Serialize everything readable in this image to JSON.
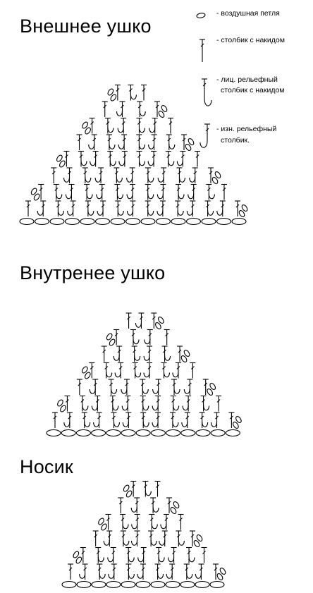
{
  "titles": {
    "outer": "Внешнее ушко",
    "inner": "Внутренее ушко",
    "nose": "Носик"
  },
  "legend": {
    "chain": "- воздушная петля",
    "dc": "- столбик с накидом",
    "fpdc_line1": "- лиц. рельефный",
    "fpdc_line2": "столбик с накидом",
    "bpdc_line1": "- изн. рельефный",
    "bpdc_line2": "столбик."
  },
  "icons": [
    "chain-stitch-icon",
    "double-crochet-icon",
    "front-post-double-crochet-icon",
    "back-post-double-crochet-icon"
  ],
  "charts": [
    {
      "name": "outer",
      "chain_count": 15,
      "rows": 8
    },
    {
      "name": "inner",
      "chain_count": 13,
      "rows": 7
    },
    {
      "name": "nose",
      "chain_count": 11,
      "rows": 6
    }
  ]
}
